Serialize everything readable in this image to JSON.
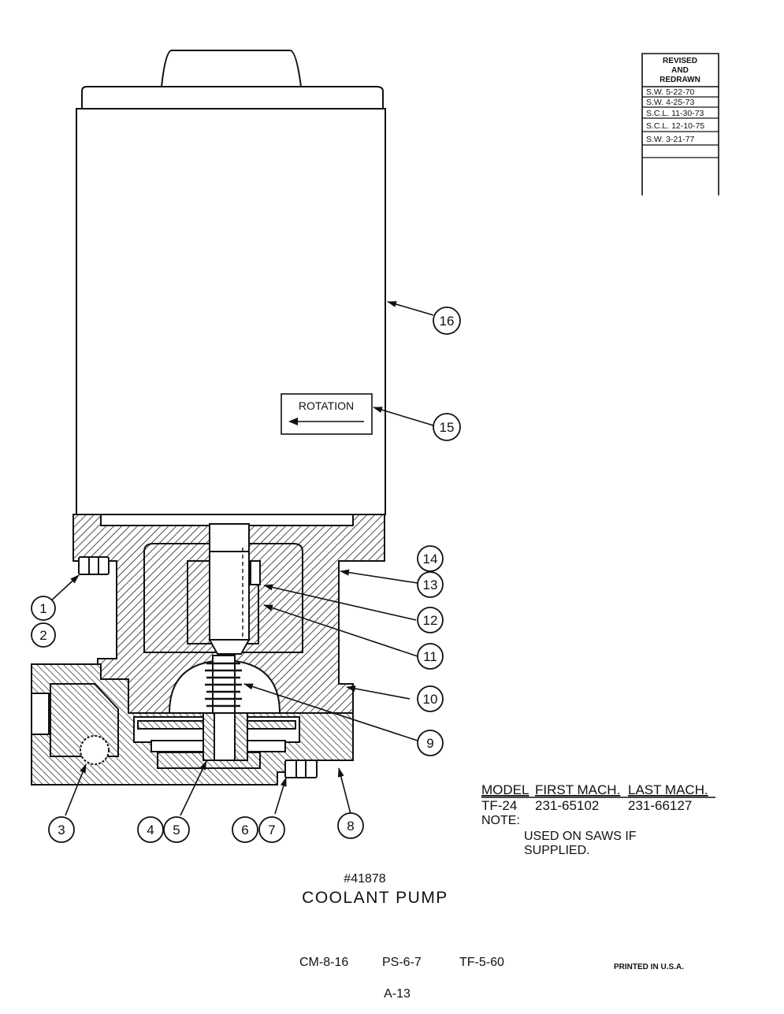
{
  "revision_block": {
    "heading": [
      "REVISED",
      "AND",
      "REDRAWN"
    ],
    "entries": [
      "S.W. 5-22-70",
      "S.W. 4-25-73",
      "S.C.L. 11-30-73",
      "S.C.L. 12-10-75",
      "S.W. 3-21-77"
    ]
  },
  "rotation_label": "ROTATION",
  "callouts": [
    "1",
    "2",
    "3",
    "4",
    "5",
    "6",
    "7",
    "8",
    "9",
    "10",
    "11",
    "12",
    "13",
    "14",
    "15",
    "16"
  ],
  "model_table": {
    "headers": [
      "MODEL",
      "FIRST MACH.",
      "LAST MACH."
    ],
    "row": [
      "TF-24",
      "231-65102",
      "231-66127"
    ]
  },
  "note": {
    "label": "NOTE:",
    "lines": [
      "USED ON SAWS IF",
      "SUPPLIED."
    ]
  },
  "part_number": "#41878",
  "title": "COOLANT PUMP",
  "refs": [
    "CM-8-16",
    "PS-6-7",
    "TF-5-60"
  ],
  "printed": "PRINTED IN U.S.A.",
  "page_number": "A-13"
}
